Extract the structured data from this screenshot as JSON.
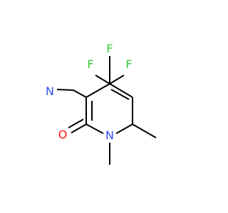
{
  "molecule": {
    "colors": {
      "bond": "#000000",
      "F": "#33cc33",
      "N": "#3050f8",
      "O": "#ff0d0d"
    },
    "atoms": [
      {
        "id": "F1",
        "label": "F"
      },
      {
        "id": "F2",
        "label": "F"
      },
      {
        "id": "F3",
        "label": "F"
      },
      {
        "id": "N_nitrile",
        "label": "N"
      },
      {
        "id": "O",
        "label": "O"
      },
      {
        "id": "N_ring",
        "label": "N"
      }
    ]
  }
}
